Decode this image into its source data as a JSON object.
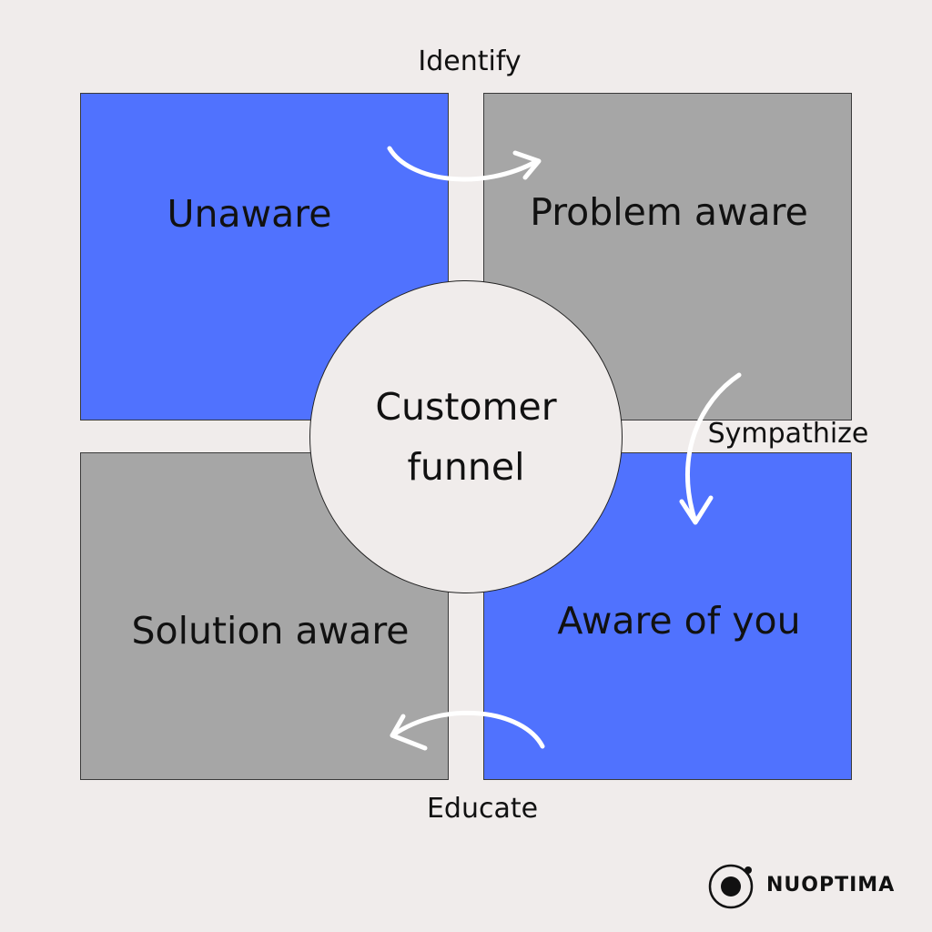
{
  "colors": {
    "background": "#f0eceb",
    "stage_blue": "#5072fe",
    "stage_gray": "#a6a6a6",
    "circle_fill": "#f0eceb",
    "arrow": "#ffffff",
    "text": "#111111"
  },
  "quadrants": [
    {
      "label": "Unaware",
      "color": "blue"
    },
    {
      "label": "Problem aware",
      "color": "gray"
    },
    {
      "label": "Solution aware",
      "color": "gray"
    },
    {
      "label": "Aware of you",
      "color": "blue"
    }
  ],
  "center": {
    "line1": "Customer",
    "line2": "funnel"
  },
  "transitions": [
    {
      "label": "Identify",
      "from": "Unaware",
      "to": "Problem aware"
    },
    {
      "label": "Sympathize",
      "from": "Problem aware",
      "to": "Aware of you"
    },
    {
      "label": "Educate",
      "from": "Aware of you",
      "to": "Solution aware"
    }
  ],
  "logo": {
    "text": "NUOPTIMA",
    "icon": "nuoptima-logo-icon"
  }
}
